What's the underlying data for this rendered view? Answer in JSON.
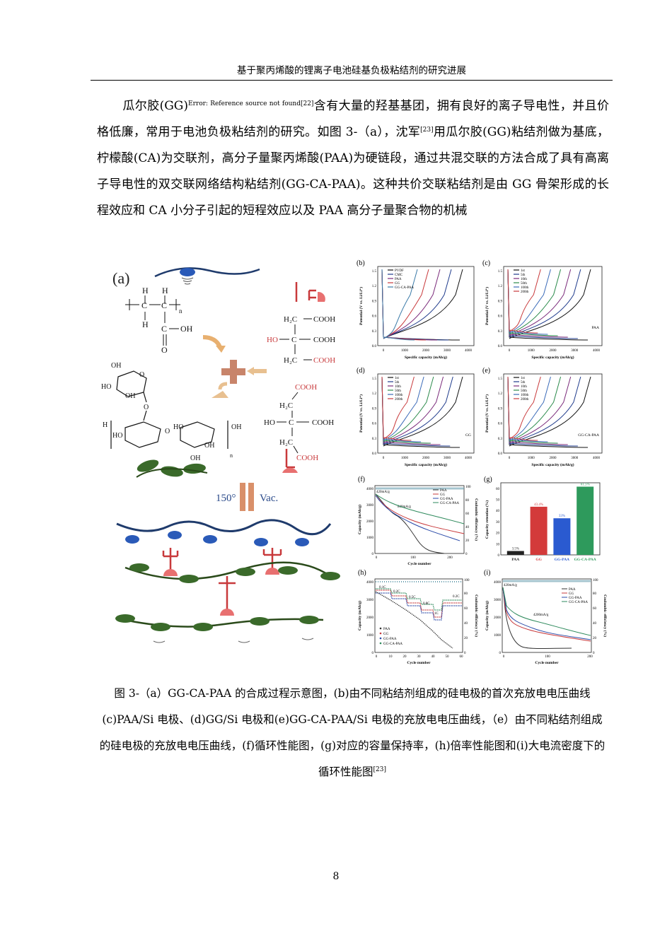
{
  "header": {
    "title": "基于聚丙烯酸的锂离子电池硅基负极粘结剂的研究进展"
  },
  "paragraph": {
    "s1": "瓜尔胶(GG)",
    "ref_error": "Error: Reference source not found",
    "ref1": "[22]",
    "s2": "含有大量的羟基基团，拥有良好的离子导电性，并且价格低廉，常用于电池负极粘结剂的研究。如图 3-（a），沈军",
    "ref2": "[23]",
    "s3": "用瓜尔胶(GG)粘结剂做为基底，柠檬酸(CA)为交联剂，高分子量聚丙烯酸(PAA)为硬链段，通过共混交联的方法合成了具有高离子导电性的双交联网络结构粘结剂(GG-CA-PAA)。这种共价交联粘结剂是由 GG 骨架形成的长程效应和 CA 小分子引起的短程效应以及 PAA 高分子量聚合物的机械"
  },
  "figure": {
    "panel_a": {
      "label": "(a)",
      "h": "H",
      "c": "C",
      "n": "n",
      "oh": "OH",
      "ho": "HO",
      "o": "O",
      "cooh": "COOH",
      "h2c": "H₂C",
      "condition_temp": "150°",
      "condition_vac": "Vac."
    },
    "voltage_panels": [
      {
        "label": "(b)",
        "tag": "",
        "legend": [
          "PVDF",
          "CMC",
          "PAA",
          "GG",
          "GG-CA-PAA"
        ],
        "colors": [
          "#111111",
          "#1f3b8c",
          "#7a2a7a",
          "#c8393b",
          "#3a7aa8"
        ]
      },
      {
        "label": "(c)",
        "tag": "PAA",
        "legend": [
          "1st",
          "5th",
          "10th",
          "50th",
          "100th",
          "200th"
        ],
        "colors": [
          "#111111",
          "#1f3b8c",
          "#7a2a7a",
          "#2a8a4a",
          "#3a6ab8",
          "#c8393b"
        ]
      },
      {
        "label": "(d)",
        "tag": "GG",
        "legend": [
          "1st",
          "5th",
          "10th",
          "50th",
          "100th",
          "200th"
        ],
        "colors": [
          "#111111",
          "#1f3b8c",
          "#7a2a7a",
          "#2a8a4a",
          "#3a6ab8",
          "#c8393b"
        ]
      },
      {
        "label": "(e)",
        "tag": "GG-CA-PAA",
        "legend": [
          "1st",
          "5th",
          "10th",
          "50th",
          "100th",
          "200th"
        ],
        "colors": [
          "#111111",
          "#1f3b8c",
          "#7a2a7a",
          "#2a8a4a",
          "#3a6ab8",
          "#c8393b"
        ]
      }
    ],
    "voltage_axes": {
      "xlabel": "Specific capacity (mAh/g)",
      "ylabel": "Potential (V vs. Li/Li⁺)",
      "xticks": [
        "0",
        "1000",
        "2000",
        "3000",
        "4000"
      ],
      "yticks": [
        "0.0",
        "0.3",
        "0.6",
        "0.9",
        "1.2",
        "1.5"
      ]
    },
    "panel_f": {
      "label": "(f)",
      "ylabel": "Capacity (mAh/g)",
      "ylabel2": "Coulombic efficiency (%)",
      "xlabel": "Cycle number",
      "note1": "420mA/g",
      "note2": "840mA/g",
      "legend": [
        "PAA",
        "GG",
        "GG-PAA",
        "GG-CA-PAA"
      ],
      "colors": [
        "#333333",
        "#c8393b",
        "#2a4aa8",
        "#2e8a5c"
      ],
      "xticks": [
        "0",
        "100",
        "200"
      ],
      "yticks": [
        "0",
        "1000",
        "2000",
        "3000",
        "4000"
      ],
      "y2ticks": [
        "0",
        "20",
        "40",
        "60",
        "80",
        "100"
      ]
    },
    "panel_g": {
      "label": "(g)",
      "ylabel": "Capacity retention (%)",
      "yticks": [
        "0",
        "10",
        "20",
        "30",
        "40",
        "50",
        "60"
      ],
      "bar_labels": [
        "3.5%",
        "43.4%",
        "33%",
        "61.5%"
      ],
      "colors": [
        "#222222",
        "#d33a3a",
        "#2a5ad0",
        "#2e9a5c"
      ]
    },
    "panel_h": {
      "label": "(h)",
      "ylabel": "Capacity (mAh/g)",
      "ylabel2": "Coulombic efficiency (%)",
      "xlabel": "Cycle number",
      "rates": [
        "0.1C",
        "0.2C",
        "0.5C",
        "0.8C",
        "1C",
        "0.2C"
      ],
      "legend": [
        "PAA",
        "GG",
        "GG-PAA",
        "GG-CA-PAA"
      ],
      "xticks": [
        "0",
        "10",
        "20",
        "30",
        "40",
        "50",
        "60"
      ],
      "yticks": [
        "0",
        "1000",
        "2000",
        "3000",
        "4000"
      ],
      "y2ticks": [
        "0",
        "20",
        "40",
        "60",
        "80",
        "100"
      ]
    },
    "panel_i": {
      "label": "(i)",
      "ylabel": "Capacity (mAh/g)",
      "ylabel2": "Coulombic efficiency (%)",
      "xlabel": "Cycle number",
      "note1": "420mA/g",
      "note2": "4200mA/g",
      "legend": [
        "PAA",
        "GG",
        "GG-PAA",
        "GG-CA-PAA"
      ],
      "xticks": [
        "0",
        "100",
        "200"
      ],
      "yticks": [
        "0",
        "1000",
        "2000",
        "3000",
        "4000"
      ],
      "y2ticks": [
        "0",
        "20",
        "40",
        "60",
        "80",
        "100"
      ]
    }
  },
  "caption": {
    "text": "图 3-（a）GG-CA-PAA 的合成过程示意图，(b)由不同粘结剂组成的硅电极的首次充放电电压曲线 (c)PAA/Si 电极、(d)GG/Si 电极和(e)GG-CA-PAA/Si 电极的充放电电压曲线，（e）由不同粘结剂组成的硅电极的充放电电压曲线，(f)循环性能图，(g)对应的容量保持率，(h)倍率性能图和(i)大电流密度下的循环性能图",
    "ref": "[23]"
  },
  "page_number": "8"
}
